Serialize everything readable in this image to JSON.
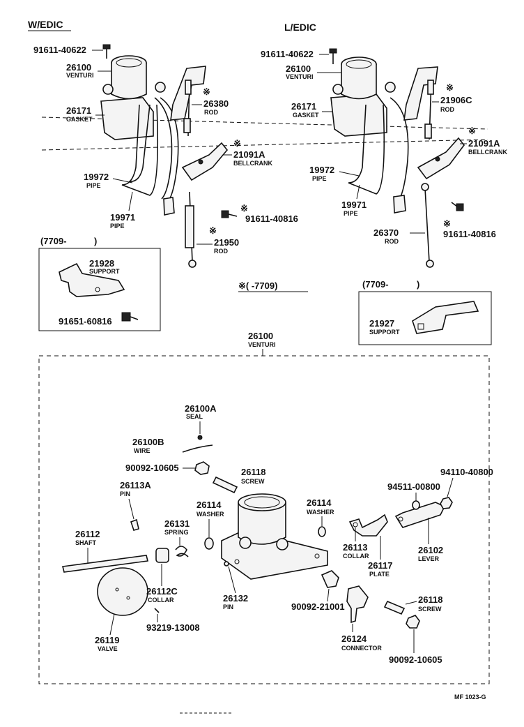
{
  "headers": {
    "w_edic": "W/EDIC",
    "l_edic": "L/EDIC",
    "bracket_left": "(7709-",
    "bracket_right": ")",
    "bracket2_left": "(7709-",
    "bracket2_right": ")",
    "note_mark": "※",
    "note_range": "※(     -7709)",
    "drawing_code": "MF 1023-G"
  },
  "top_left": {
    "bolt": {
      "num": "91611-40622"
    },
    "venturi": {
      "num": "26100",
      "name": "VENTURI"
    },
    "gasket": {
      "num": "26171",
      "name": "GASKET"
    },
    "rod": {
      "num": "26380",
      "name": "ROD"
    },
    "bellcrank": {
      "num": "21091A",
      "name": "BELLCRANK"
    },
    "pipe_a": {
      "num": "19972",
      "name": "PIPE"
    },
    "pipe_b": {
      "num": "19971",
      "name": "PIPE"
    },
    "bolt2": {
      "num": "91611-40816"
    },
    "rod2": {
      "num": "21950",
      "name": "ROD"
    },
    "support": {
      "num": "21928",
      "name": "SUPPORT"
    },
    "support_bolt": {
      "num": "91651-60816"
    }
  },
  "top_right": {
    "bolt": {
      "num": "91611-40622"
    },
    "venturi": {
      "num": "26100",
      "name": "VENTURI"
    },
    "gasket": {
      "num": "26171",
      "name": "GASKET"
    },
    "rod": {
      "num": "21906C",
      "name": "ROD"
    },
    "bellcrank": {
      "num": "21091A",
      "name": "BELLCRANK"
    },
    "pipe_a": {
      "num": "19972",
      "name": "PIPE"
    },
    "pipe_b": {
      "num": "19971",
      "name": "PIPE"
    },
    "rod2": {
      "num": "26370",
      "name": "ROD"
    },
    "bolt2": {
      "num": "91611-40816"
    },
    "support": {
      "num": "21927",
      "name": "SUPPORT"
    }
  },
  "assembly": {
    "title": {
      "num": "26100",
      "name": "VENTURI"
    },
    "seal": {
      "num": "26100A",
      "name": "SEAL"
    },
    "wire": {
      "num": "26100B",
      "name": "WIRE"
    },
    "nut_top": {
      "num": "90092-10605"
    },
    "screw_top": {
      "num": "26118",
      "name": "SCREW"
    },
    "pin_a": {
      "num": "26113A",
      "name": "PIN"
    },
    "washer_l": {
      "num": "26114",
      "name": "WASHER"
    },
    "washer_r": {
      "num": "26114",
      "name": "WASHER"
    },
    "spring": {
      "num": "26131",
      "name": "SPRING"
    },
    "shaft": {
      "num": "26112",
      "name": "SHAFT"
    },
    "collar_l": {
      "num": "26112C",
      "name": "COLLAR"
    },
    "valve": {
      "num": "26119",
      "name": "VALVE"
    },
    "valve_screw": {
      "num": "93219-13008"
    },
    "pin_b": {
      "num": "26132",
      "name": "PIN"
    },
    "nut_far": {
      "num": "94110-40800"
    },
    "washer_far": {
      "num": "94511-00800"
    },
    "collar_r": {
      "num": "26113",
      "name": "COLLAR"
    },
    "plate": {
      "num": "26117",
      "name": "PLATE"
    },
    "lever": {
      "num": "26102",
      "name": "LEVER"
    },
    "connector_nut": {
      "num": "90092-21001"
    },
    "connector": {
      "num": "26124",
      "name": "CONNECTOR"
    },
    "screw_bot": {
      "num": "26118",
      "name": "SCREW"
    },
    "nut_bot": {
      "num": "90092-10605"
    }
  }
}
